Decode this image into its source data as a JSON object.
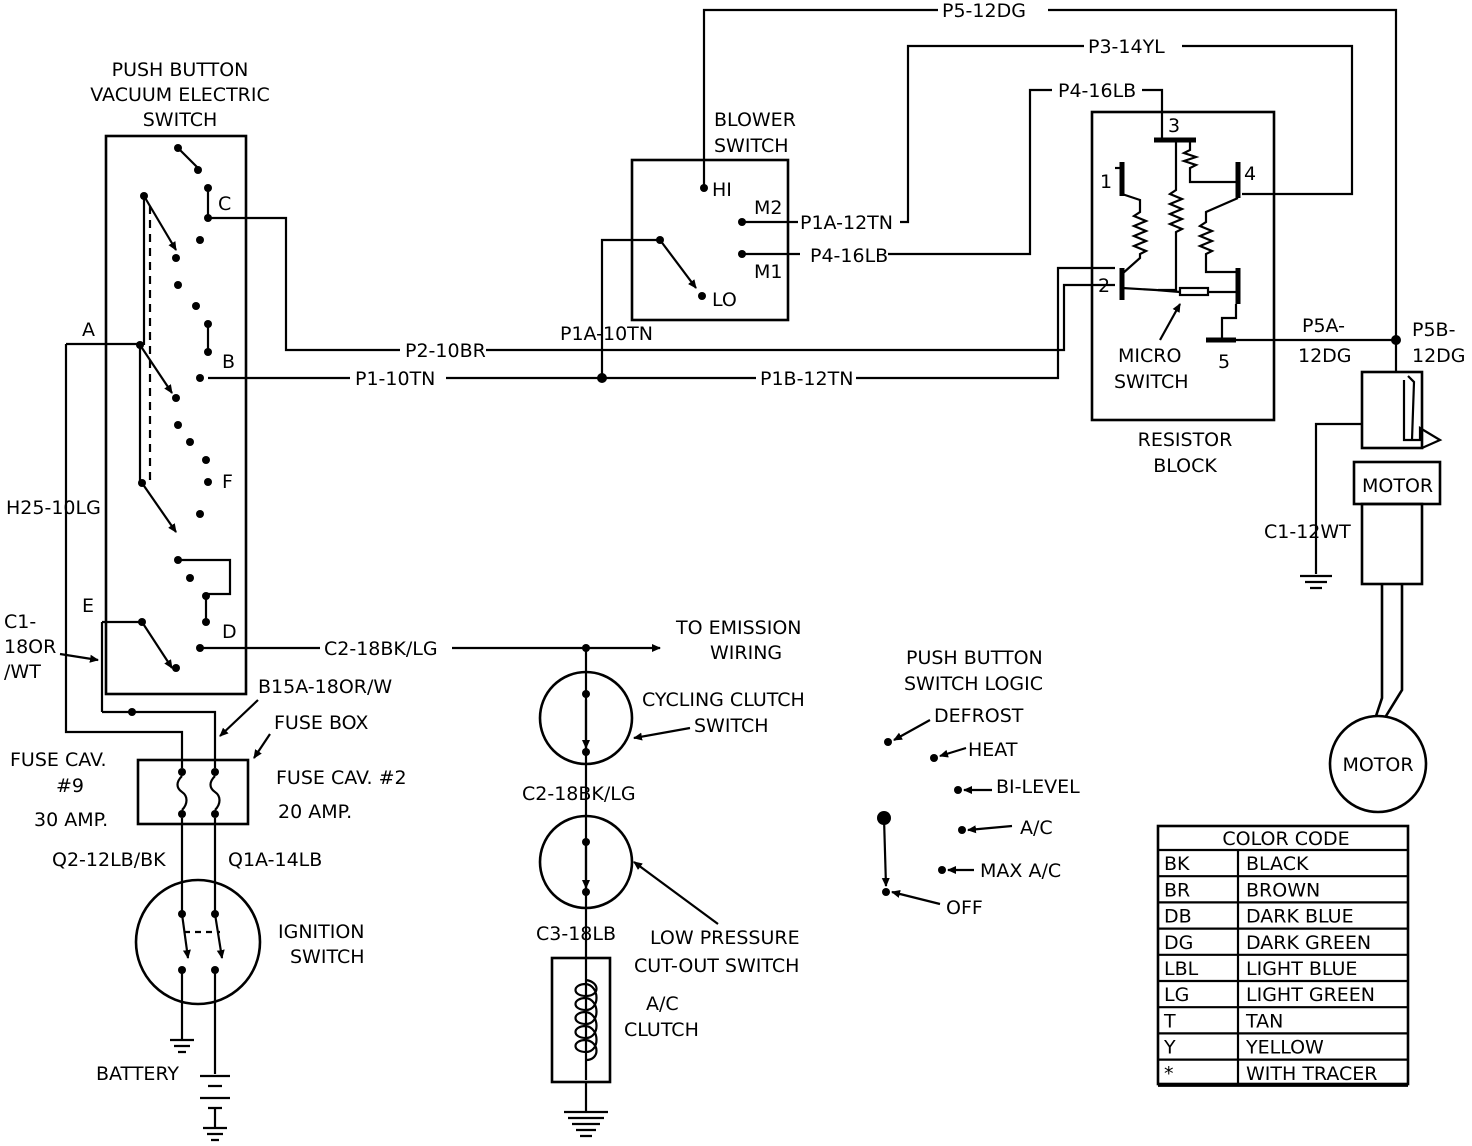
{
  "push_button_switch": {
    "title_lines": [
      "PUSH BUTTON",
      "VACUUM ELECTRIC",
      "SWITCH"
    ],
    "terminals": {
      "a": "A",
      "b": "B",
      "c": "C",
      "d": "D",
      "e": "E",
      "f": "F"
    }
  },
  "blower_switch": {
    "title_lines": [
      "BLOWER",
      "SWITCH"
    ],
    "terminals": {
      "hi": "HI",
      "m2": "M2",
      "m1": "M1",
      "lo": "LO"
    }
  },
  "resistor_block": {
    "title_lines": [
      "RESISTOR",
      "BLOCK"
    ],
    "terminals": [
      "1",
      "2",
      "3",
      "4",
      "5"
    ],
    "micro_switch_lines": [
      "MICRO",
      "SWITCH"
    ]
  },
  "wires": {
    "p5_12dg": "P5-12DG",
    "p3_14yl": "P3-14YL",
    "p4_16lb_top": "P4-16LB",
    "p1a_12tn": "P1A-12TN",
    "p4_16lb": "P4-16LB",
    "p2_10br": "P2-10BR",
    "p1a_10tn": "P1A-10TN",
    "p1_10tn": "P1-10TN",
    "p1b_12tn": "P1B-12TN",
    "p5a_lines": [
      "P5A-",
      "12DG"
    ],
    "p5b_lines": [
      "P5B-",
      "12DG"
    ],
    "c1_12wt": "C1-12WT",
    "h25_10lg": "H25-10LG",
    "c1_18or_wt_lines": [
      "C1-",
      "18OR",
      "/WT"
    ],
    "c2_18bk_lg": "C2-18BK/LG",
    "b15a_18or_w": "B15A-18OR/W",
    "c2_18bk_lg_2": "C2-18BK/LG",
    "c3_18lb": "C3-18LB",
    "q2_12lb_bk": "Q2-12LB/BK",
    "q1a_14lb": "Q1A-14LB"
  },
  "emission_lines": [
    "TO EMISSION",
    "WIRING"
  ],
  "fuse_box": {
    "title": "FUSE BOX",
    "cav9_lines": [
      "FUSE CAV.",
      "#9",
      "30 AMP."
    ],
    "cav2_lines": [
      "FUSE CAV. #2",
      "20 AMP."
    ]
  },
  "ignition_lines": [
    "IGNITION",
    "SWITCH"
  ],
  "battery": "BATTERY",
  "cycling_clutch_lines": [
    "CYCLING CLUTCH",
    "SWITCH"
  ],
  "low_pressure_lines": [
    "LOW PRESSURE",
    "CUT-OUT SWITCH"
  ],
  "ac_clutch_lines": [
    "A/C",
    "CLUTCH"
  ],
  "motor": "MOTOR",
  "switch_logic": {
    "title_lines": [
      "PUSH BUTTON",
      "SWITCH LOGIC"
    ],
    "positions": [
      "DEFROST",
      "HEAT",
      "BI-LEVEL",
      "A/C",
      "MAX A/C",
      "OFF"
    ]
  },
  "color_code": {
    "title": "COLOR CODE",
    "rows": [
      {
        "code": "BK",
        "name": "BLACK"
      },
      {
        "code": "BR",
        "name": "BROWN"
      },
      {
        "code": "DB",
        "name": "DARK BLUE"
      },
      {
        "code": "DG",
        "name": "DARK GREEN"
      },
      {
        "code": "LBL",
        "name": "LIGHT BLUE"
      },
      {
        "code": "LG",
        "name": "LIGHT GREEN"
      },
      {
        "code": "T",
        "name": "TAN"
      },
      {
        "code": "Y",
        "name": "YELLOW"
      },
      {
        "code": "*",
        "name": "WITH TRACER"
      }
    ]
  }
}
